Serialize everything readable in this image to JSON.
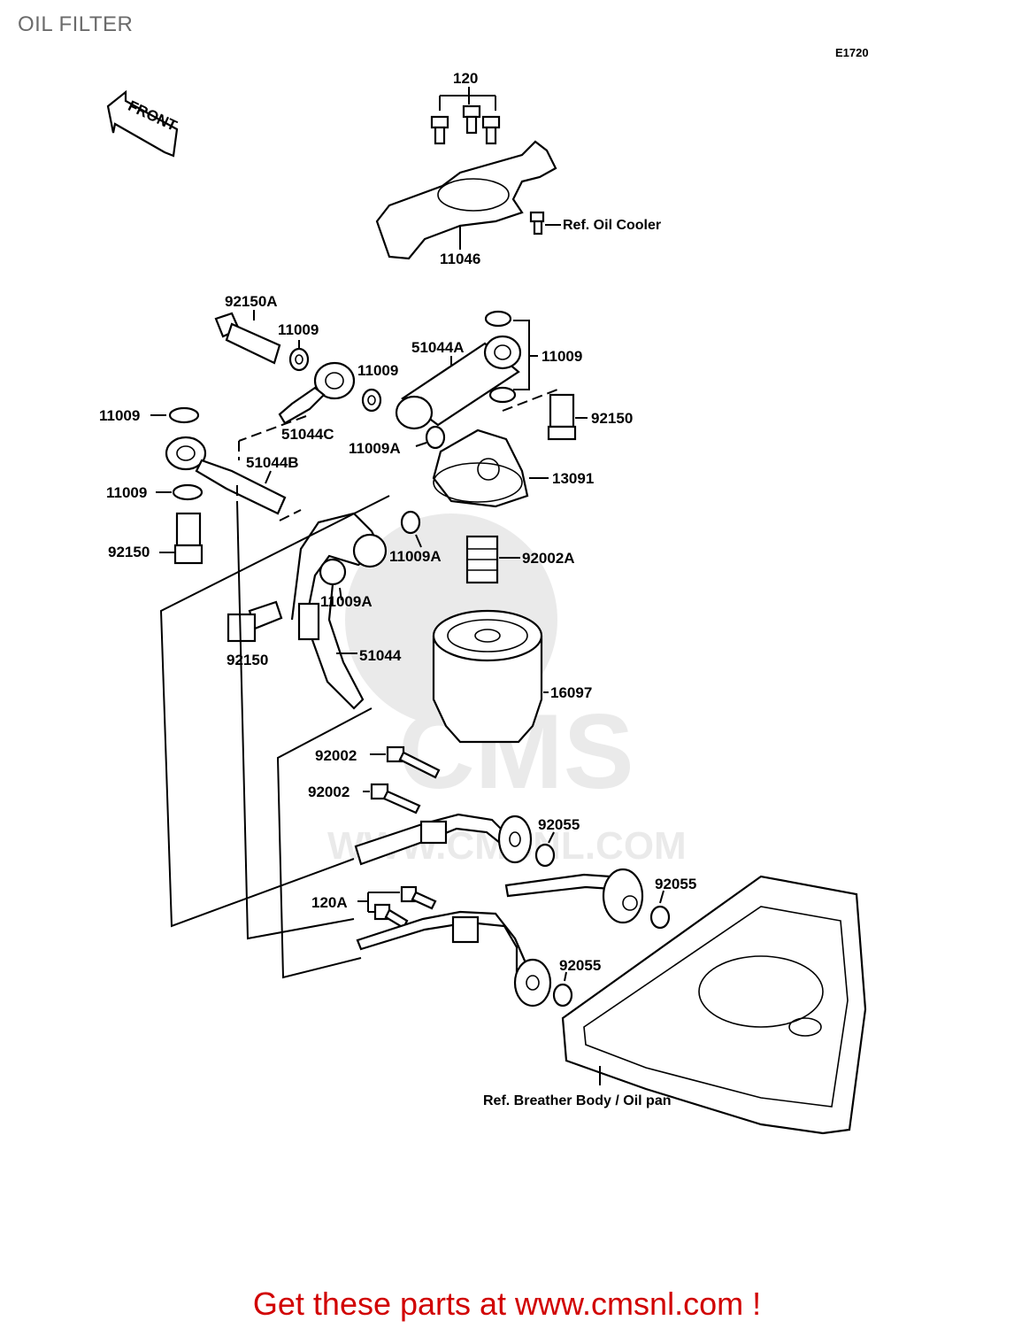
{
  "page": {
    "title": "OIL FILTER",
    "diagram_code": "E1720",
    "front_label": "FRONT",
    "footer_text": "Get these parts at www.cmsnl.com !"
  },
  "watermark": {
    "text_main": "CMS",
    "text_url": "WWW.CMSNL.COM"
  },
  "labels": {
    "l120": "120",
    "l11046": "11046",
    "ref_oil_cooler": "Ref. Oil Cooler",
    "l92150A": "92150A",
    "l11009_a": "11009",
    "l11009_b": "11009",
    "l11009_c": "11009",
    "l11009_d": "11009",
    "l11009_e": "11009",
    "l51044A": "51044A",
    "l51044C": "51044C",
    "l51044B": "51044B",
    "l92150_a": "92150",
    "l92150_b": "92150",
    "l92150_c": "92150",
    "l11009A_a": "11009A",
    "l11009A_b": "11009A",
    "l11009A_c": "11009A",
    "l13091": "13091",
    "l92002A": "92002A",
    "l51044": "51044",
    "l16097": "16097",
    "l92002_a": "92002",
    "l92002_b": "92002",
    "l92055_a": "92055",
    "l92055_b": "92055",
    "l92055_c": "92055",
    "l120A": "120A",
    "ref_breather": "Ref. Breather Body / Oil pan"
  }
}
